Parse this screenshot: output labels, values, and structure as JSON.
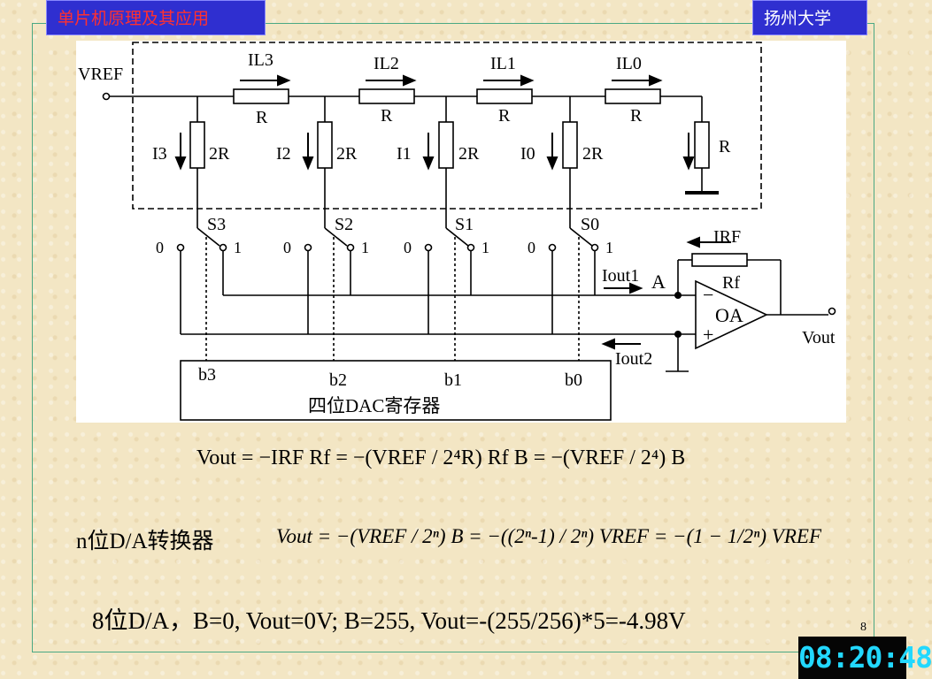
{
  "header": {
    "left_title": "单片机原理及其应用",
    "right_title": "扬州大学"
  },
  "circuit": {
    "vref": "VREF",
    "currents_ladder": [
      "IL3",
      "IL2",
      "IL1",
      "IL0"
    ],
    "r_label": "R",
    "r2_label": "2R",
    "branch_currents": [
      "I3",
      "I2",
      "I1",
      "I0"
    ],
    "switches": [
      "S3",
      "S2",
      "S1",
      "S0"
    ],
    "zero": "0",
    "one": "1",
    "irf": "IRF",
    "rf": "Rf",
    "iout1": "Iout1",
    "node_a": "A",
    "iout2": "Iout2",
    "opamp": "OA",
    "minus": "−",
    "plus": "+",
    "vout": "Vout",
    "bits": [
      "b3",
      "b2",
      "b1",
      "b0"
    ],
    "register": "四位DAC寄存器"
  },
  "formula1": {
    "text": "Vout = −IRF Rf = −(VREF / 2⁴R) Rf B = −(VREF / 2⁴) B"
  },
  "formula2": {
    "prefix": "n位D/A转换器",
    "text": "Vout = −(VREF / 2ⁿ) B = −((2ⁿ-1) / 2ⁿ) VREF = −(1 − 1/2ⁿ) VREF"
  },
  "line3": "8位D/A，B=0, Vout=0V; B=255, Vout=-(255/256)*5=-4.98V",
  "page_number": "8",
  "clock": "08:20:48"
}
